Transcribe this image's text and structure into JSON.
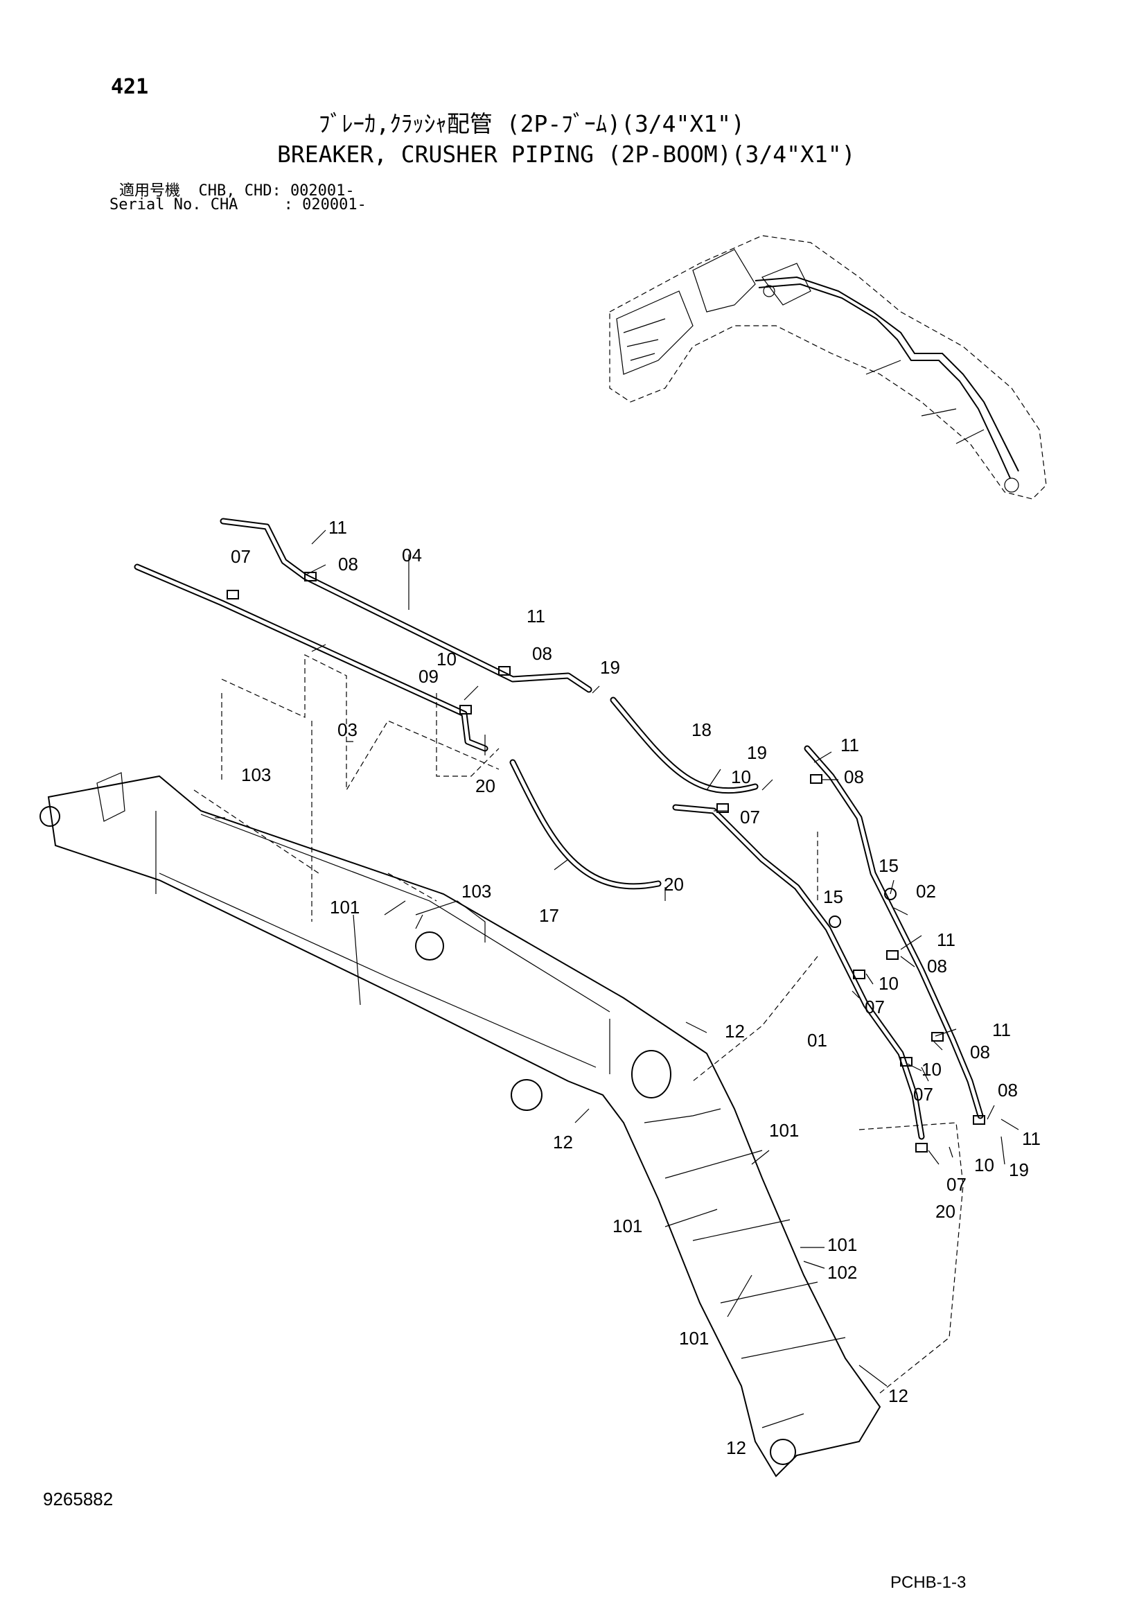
{
  "header": {
    "page_number": "421",
    "title_jp": "ﾌﾞﾚｰｶ,ｸﾗｯｼｬ配管 (2P-ﾌﾞｰﾑ)(3/4\"X1\")",
    "title_en": "BREAKER, CRUSHER PIPING (2P-BOOM)(3/4\"X1\")",
    "serial_line_1": "適用号機  CHB, CHD: 002001-",
    "serial_line_2": "Serial No. CHA     : 020001-"
  },
  "footer": {
    "doc_number": "9265882",
    "page_code": "PCHB-1-3"
  },
  "callouts": [
    "11",
    "07",
    "08",
    "04",
    "11",
    "08",
    "19",
    "10",
    "09",
    "03",
    "20",
    "18",
    "19",
    "10",
    "11",
    "08",
    "103",
    "07",
    "17",
    "20",
    "15",
    "02",
    "101",
    "103",
    "15",
    "11",
    "08",
    "10",
    "07",
    "01",
    "11",
    "08",
    "10",
    "07",
    "12",
    "12",
    "08",
    "11",
    "10",
    "19",
    "07",
    "20",
    "101",
    "101",
    "101",
    "102",
    "101",
    "12",
    "12"
  ]
}
